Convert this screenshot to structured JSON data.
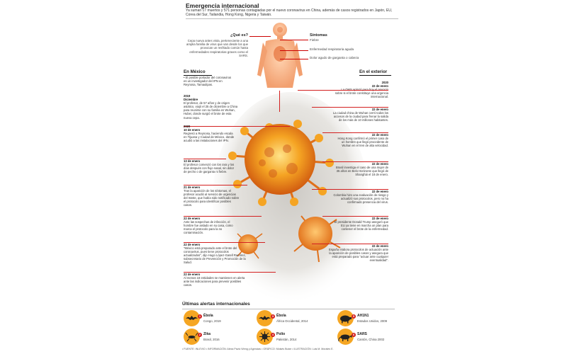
{
  "header": {
    "title": "Emergencia internacional",
    "subtitle": "Ya suman 17 muertos y 571 personas contagiadas por el nuevo coronavirus en China, además de casos registrados en Japón, EU, Corea del Sur, Tailandia, Hong Kong, Nigeria y Taiwán."
  },
  "what_is": {
    "question": "¿Qué es?",
    "answer": "Cepa nueva antes vista, perteneciente a una amplia familia de virus que van desde los que provocan un resfriado común hasta enfermedades respiratorias graves como el SARS."
  },
  "symptoms": {
    "heading": "Síntomas",
    "items": [
      "Fiebre",
      "Enfermedad respiratoria aguda",
      "Dolor agudo de garganta o cabeza"
    ]
  },
  "mexico": {
    "heading": "En México",
    "intro": "El posible portador del coronavirus es un investigador del IPN en Reynosa, Tamaulipas.",
    "events": [
      {
        "date": "2019\nDiciembre",
        "text": "El profesor, de 57 años y de origen asiático, viajó el 25 de diciembre a China para reunirse con su familia en Wuhan, Hubei, donde surgió el brote de esta nueva cepa."
      },
      {
        "date": "2020\n10 de enero",
        "text": "Regresó a Reynosa, haciendo escala en Tijuana y Ciudad de México, donde acudió a las instalaciones del IPN."
      },
      {
        "date": "13 de enero",
        "text": "El profesor comenzó con los rara y los días después con flujo nasal, sin dolor de pecho o de garganta ni fiebre."
      },
      {
        "date": "21 de enero",
        "text": "Tras la aparición de los síntomas, el profesor acudió al servicio de urgencias del Issste, que había sido notificado sobre el protocolo para identificar posibles casos."
      },
      {
        "date": "22 de enero",
        "text": "Ante las sospechas de infección, el hombre fue aislado en su casa, como marca el protocolo para la no contaminación."
      },
      {
        "date": "22 de enero",
        "text": "\"México está preparado ante el brote del coronavirus, pues tiene protocolos actualizados\", dijo Hugo López-Gatell Ramírez, subsecretario de Prevención y Promoción de la Salud."
      },
      {
        "date": "22 de enero",
        "text": "Al menos 18 entidades se mantienen en alerta ante las indicaciones para prevenir posibles casos."
      }
    ]
  },
  "abroad": {
    "heading": "En el exterior",
    "events": [
      {
        "date": "2020\n22 de enero",
        "text": "La OMS aplazó para hoy el anuncio sobre si el brote constituye una urgencia internacional."
      },
      {
        "date": "22 de enero",
        "text": "La ciudad china de Wuhan cerró todos los accesos de la ciudad para frenar la salida de los más de 10 millones habitantes."
      },
      {
        "date": "22 de enero",
        "text": "Hong Kong confirmó el primer caso de un hombre que llegó procedente de Wuhan en el tren de alta velocidad."
      },
      {
        "date": "22 de enero",
        "text": "Brasil investiga el caso de una mujer de 35 años en Belo Horizonte que llegó de Shanghái el 18 de enero."
      },
      {
        "date": "22 de enero",
        "text": "Colombia hizo una evaluación de riesgo y actualizó sus protocolos, pero no ha confirmado presencia del virus."
      },
      {
        "date": "22 de enero",
        "text": "El presidente Donald Trump aseguró que EU ya tiene en marcha un plan para contener el brote de la enfermedad."
      },
      {
        "date": "22 de enero",
        "text": "España elabora protocolos de actuación ante la aparición de posibles casos y asegura que está preparado para \"actuar ante cualquier eventualidad\"."
      }
    ]
  },
  "alerts": {
    "heading": "Últimas alertas internacionales",
    "items": [
      {
        "num": "1",
        "name": "Ébola",
        "place": "Congo, 2019",
        "icon": "bat-icon"
      },
      {
        "num": "2",
        "name": "Zika",
        "place": "Brasil, 2016",
        "icon": "mosquito-icon"
      },
      {
        "num": "3",
        "name": "Ébola",
        "place": "África Occidental, 2014",
        "icon": "bat-icon"
      },
      {
        "num": "4",
        "name": "Polio",
        "place": "Pakistán, 2014",
        "icon": "virus-icon"
      },
      {
        "num": "5",
        "name": "AH1N1",
        "place": "Estados Unidos, 2009",
        "icon": "pig-icon"
      },
      {
        "num": "6",
        "name": "SARS",
        "place": "Cantón, China 2002",
        "icon": "civet-icon"
      }
    ]
  },
  "footer": "• FUENTE: INLEVIO • INFORMACIÓN: Alexa Pavlo Weng y Agencias • GRÁFICO: Moisés Butze • ILUSTRACIÓN: Luis M. Morales E.",
  "colors": {
    "accent": "#d32020",
    "virus": "#f08a1c",
    "alert": "#f5a623"
  }
}
